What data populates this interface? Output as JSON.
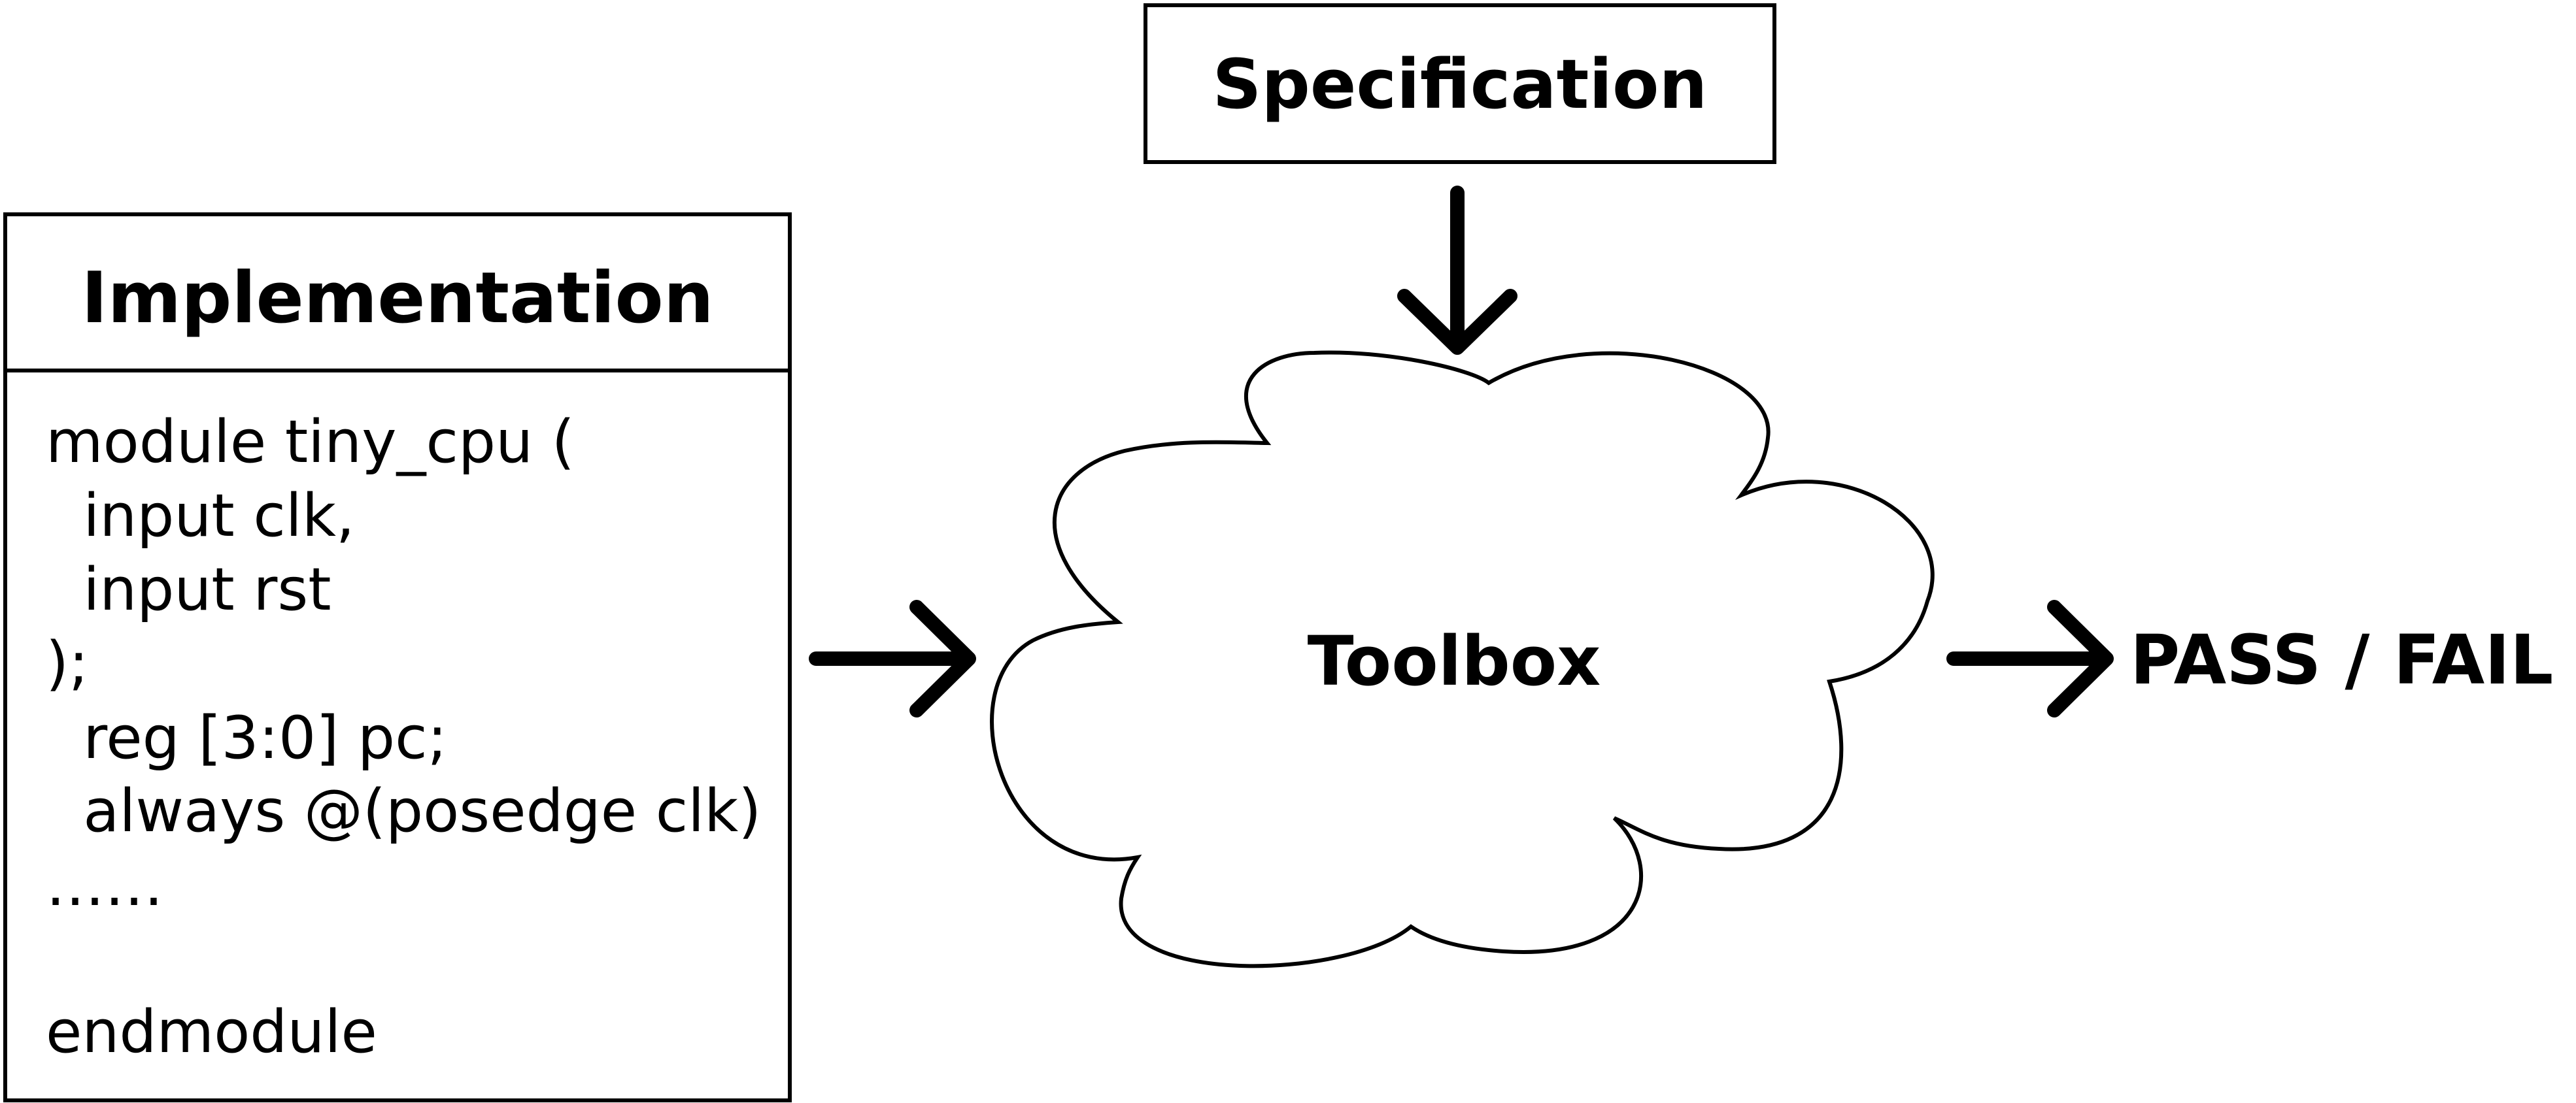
{
  "specification": {
    "title": "Specification"
  },
  "implementation": {
    "title": "Implementation",
    "code_lines": [
      "module tiny_cpu (",
      "  input clk,",
      "  input rst",
      ");",
      "  reg [3:0] pc;",
      "  always @(posedge clk)",
      "……",
      "",
      "endmodule"
    ]
  },
  "toolbox": {
    "label": "Toolbox"
  },
  "result": {
    "label": "PASS / FAIL"
  },
  "colors": {
    "stroke": "#000000",
    "background": "#ffffff"
  }
}
